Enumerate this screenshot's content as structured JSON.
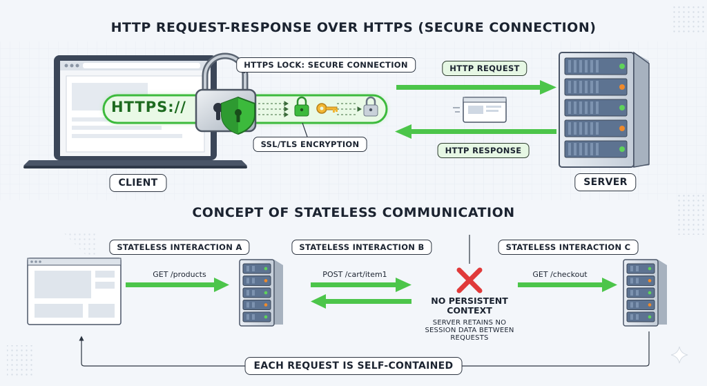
{
  "title": "HTTP REQUEST-RESPONSE OVER HTTPS (SECURE CONNECTION)",
  "section2_title": "CONCEPT OF STATELESS COMMUNICATION",
  "https": {
    "address_text": "HTTPS://",
    "lock_label": "HTTPS LOCK: SECURE CONNECTION",
    "encryption_label": "SSL/TLS ENCRYPTION",
    "request_label": "HTTP REQUEST",
    "response_label": "HTTP RESPONSE",
    "client_label": "CLIENT",
    "server_label": "SERVER"
  },
  "stateless": {
    "interaction_a": {
      "label": "STATELESS INTERACTION A",
      "request": "GET /products"
    },
    "interaction_b": {
      "label": "STATELESS INTERACTION B",
      "request": "POST /cart/item1"
    },
    "interaction_c": {
      "label": "STATELESS INTERACTION C",
      "request": "GET /checkout"
    },
    "no_context_title_1": "NO PERSISTENT",
    "no_context_title_2": "CONTEXT",
    "no_context_desc_1": "SERVER RETAINS NO",
    "no_context_desc_2": "SESSION DATA BETWEEN",
    "no_context_desc_3": "REQUESTS",
    "footer_label": "EACH REQUEST IS SELF-CONTAINED"
  },
  "colors": {
    "accent_green": "#3cba3c",
    "glow_green": "#8fe08a",
    "cross_red": "#e03a3a",
    "server_blue": "#5d7391",
    "status_green": "#5fd35a",
    "status_orange": "#f08a2a",
    "key_gold": "#f2b632"
  },
  "icons": [
    "laptop-icon",
    "padlock-icon",
    "shield-icon",
    "key-icon",
    "server-icon",
    "browser-window-icon",
    "cross-icon"
  ]
}
